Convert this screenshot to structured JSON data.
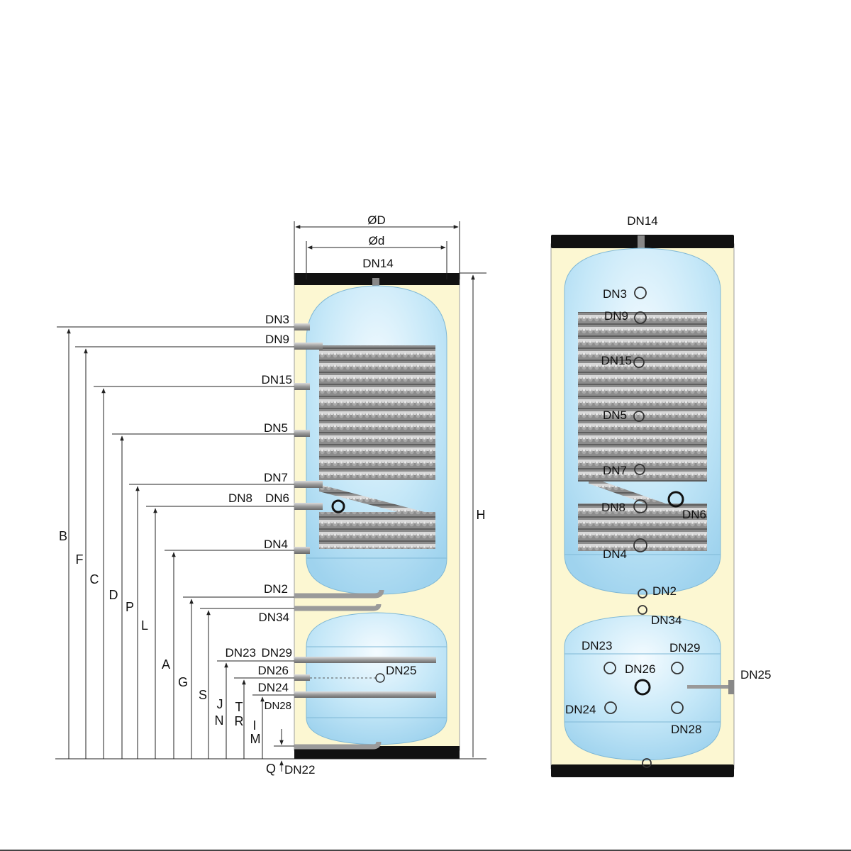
{
  "colors": {
    "insulation": "#fcf7d2",
    "cap": "#111111",
    "water": "#b9e2f5",
    "water_light": "#eef8fd",
    "coil": "#7d7d7d",
    "coil_light": "#d2d2d2",
    "pipe": "#a3a3a3",
    "line": "#222222"
  },
  "side_view": {
    "diameter_outer": "ØD",
    "diameter_inner": "Ød",
    "top_port": "DN14",
    "bottom_port": "DN22",
    "height_label": "H",
    "port_labels": {
      "dn3": "DN3",
      "dn9": "DN9",
      "dn15": "DN15",
      "dn5": "DN5",
      "dn7": "DN7",
      "dn8": "DN8",
      "dn6": "DN6",
      "dn4": "DN4",
      "dn2": "DN2",
      "dn34": "DN34",
      "dn23": "DN23",
      "dn29": "DN29",
      "dn26": "DN26",
      "dn25": "DN25",
      "dn24": "DN24",
      "dn28": "DN28"
    },
    "dimension_letters": {
      "b": "B",
      "f": "F",
      "c": "C",
      "d": "D",
      "p": "P",
      "l": "L",
      "a": "A",
      "g": "G",
      "s": "S",
      "j": "J",
      "n": "N",
      "t": "T",
      "r": "R",
      "i": "I",
      "m": "M",
      "q": "Q"
    }
  },
  "front_view": {
    "top_port": "DN14",
    "port_labels": {
      "dn3": "DN3",
      "dn9": "DN9",
      "dn15": "DN15",
      "dn5": "DN5",
      "dn7": "DN7",
      "dn8": "DN8",
      "dn6": "DN6",
      "dn4": "DN4",
      "dn2": "DN2",
      "dn34": "DN34",
      "dn23": "DN23",
      "dn29": "DN29",
      "dn26": "DN26",
      "dn24": "DN24",
      "dn28": "DN28",
      "dn25": "DN25"
    }
  }
}
